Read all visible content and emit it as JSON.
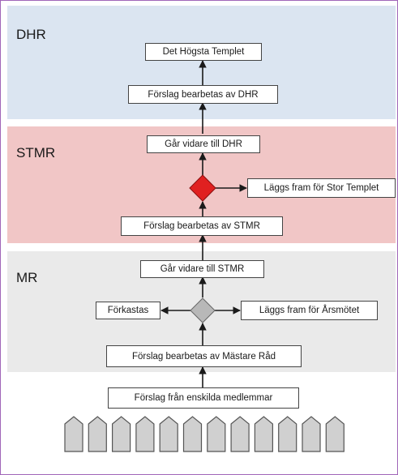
{
  "bands": {
    "dhr": "DHR",
    "stmr": "STMR",
    "mr": "MR"
  },
  "boxes": {
    "highest_temple": "Det Högsta Templet",
    "dhr_processing": "Förslag bearbetas av DHR",
    "to_dhr": "Går vidare till DHR",
    "to_grand_temple": "Läggs fram för Stor Templet",
    "stmr_processing": "Förslag bearbetas av STMR",
    "to_stmr": "Går vidare till STMR",
    "rejected": "Förkastas",
    "to_annual_meeting": "Läggs fram för Årsmötet",
    "mr_processing": "Förslag bearbetas av Mästare Råd",
    "member_proposals": "Förslag från enskilda medlemmar"
  },
  "colors": {
    "dhr_band": "#dbe5f1",
    "stmr_band": "#f1c6c6",
    "mr_band": "#eaeaea",
    "stmr_decision": "#e02020",
    "mr_decision": "#b8b8b8",
    "member_icons": "#d0d0d0"
  },
  "member_icon_count": 12
}
